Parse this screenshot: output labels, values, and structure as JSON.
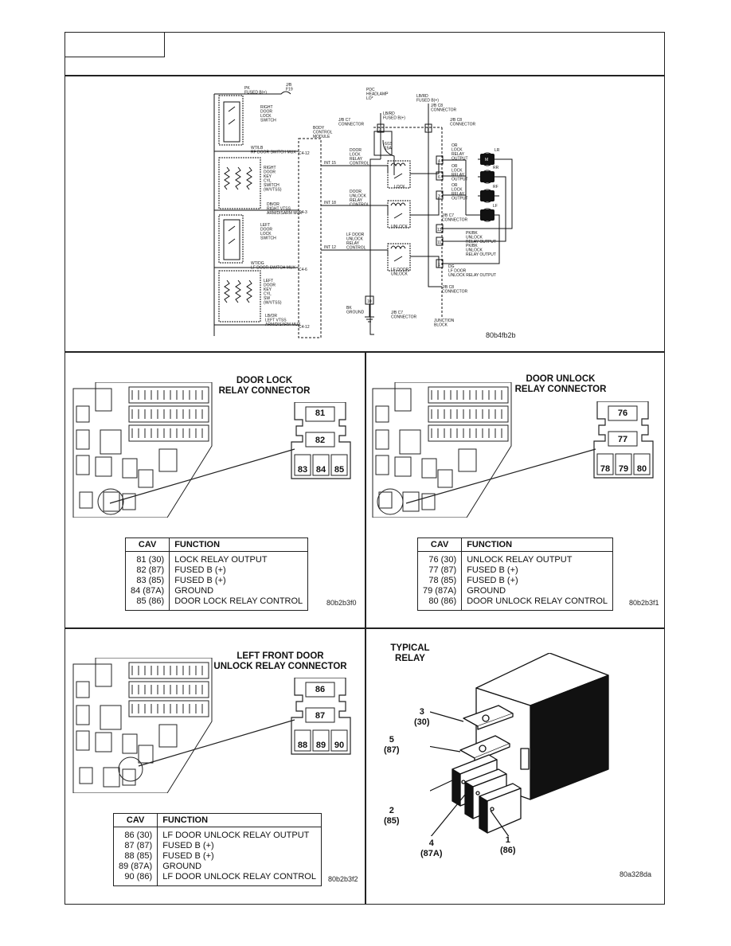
{
  "wiring": {
    "code": "80b4fb2b",
    "labels": {
      "fused_top": "PK\nFUSED B(+)",
      "jb_f19": "J/B\nF19",
      "pdc_headlamp": "PDC\nHEADLAMP\nLO*",
      "lbrd_fused": "LB/RD\nFUSED B(+)",
      "jb_c8_top": "J/B C8\nCONNECTOR",
      "lbrd_fused2": "LB/RD\nFUSED B(+)",
      "jb_c7": "J/B C7\nCONNECTOR",
      "jb_c8_right": "J/B C8\nCONNECTOR",
      "fuse": "6/15\n15A",
      "rf_switch": "RIGHT\nDOOR\nLOCK\nSWITCH",
      "rf_switch_mux": "WT/LB\nRF DOOR SWITCH MUX",
      "body_module": "BODY\nCONTROL\nMODULE",
      "door_lock_relay_ctrl": "DOOR\nLOCK\nRELAY\nCONTROL",
      "rf_cyl": "RIGHT\nDOOR\nKEY\nCYL\nSWITCH\n(W/VTSS)",
      "rf_vtss": "DB/OR\nRIGHT VTSS\nARM/DISARM MUX",
      "door_unlock_relay_ctrl": "DOOR\nUNLOCK\nRELAY\nCONTROL",
      "lf_switch": "LEFT\nDOOR\nLOCK\nSWITCH",
      "lf_switch_mux": "WT/DG\nLF DOOR SWITCH MUX",
      "lf_unlock_ctrl": "LF DOOR\nUNLOCK\nRELAY\nCONTROL",
      "lf_cyl": "LEFT\nDOOR\nKEY\nCYL\nSW\n(W/VTSS)",
      "lf_vtss": "LB/OR\nLEFT VTSS\nARM/DISARM MUX",
      "bk_ground": "BK\nGROUND",
      "jb_c7_bottom": "J/B C7\nCONNECTOR",
      "junction_block": "JUNCTION\nBLOCK",
      "lock_relay_output_1": "OR\nLOCK\nRELAY\nOUTPUT",
      "lock_relay_output_2": "OR\nLOCK\nRELAY\nOUTPUT",
      "lock_relay_output_3": "OR\nLOCK\nRELAY\nOUTPUT",
      "jb_c7_right": "J/B C7\nCONNECTOR",
      "pk_bk_unlock": "PK/BK\nUNLOCK\nRELAY OUTPUT",
      "pk_bk_unlock2": "PK/BK\nUNLOCK\nRELAY OUTPUT",
      "lf_unlock_out": "DG\nLF DOOR\nUNLOCK RELAY OUTPUT",
      "jb_c8_bottom": "J/B C8\nCONNECTOR",
      "lock": "LOCK",
      "unlock": "UNLOCK",
      "lf_door_unlock": "LF DOOR\nUNLOCK",
      "lr": "LR",
      "rr": "RR",
      "rf": "RF",
      "lf": "LF",
      "m": "M",
      "c4_12a": "C4-12",
      "c4_3": "C4-3",
      "c4_6": "C4-6",
      "c4_12b": "C4-12",
      "int15": "INT 15",
      "int18": "INT 18",
      "int12": "INT 12",
      "pin3": "3",
      "pin1": "1",
      "pin4": "4",
      "pin6": "6",
      "pin13": "13",
      "pin10": "10",
      "pin11": "11",
      "pin12": "12",
      "pin1b": "1",
      "pin3b": "3"
    }
  },
  "door_lock": {
    "title_line1": "DOOR LOCK",
    "title_line2": "RELAY CONNECTOR",
    "pins": [
      "81",
      "82",
      "83",
      "84",
      "85"
    ],
    "table_header": [
      "CAV",
      "FUNCTION"
    ],
    "rows": [
      [
        "81 (30)",
        "LOCK RELAY OUTPUT"
      ],
      [
        "82 (87)",
        "FUSED B (+)"
      ],
      [
        "83 (85)",
        "FUSED B (+)"
      ],
      [
        "84 (87A)",
        "GROUND"
      ],
      [
        "85 (86)",
        "DOOR LOCK RELAY CONTROL"
      ]
    ],
    "code": "80b2b3f0"
  },
  "door_unlock": {
    "title_line1": "DOOR UNLOCK",
    "title_line2": "RELAY CONNECTOR",
    "pins": [
      "76",
      "77",
      "78",
      "79",
      "80"
    ],
    "table_header": [
      "CAV",
      "FUNCTION"
    ],
    "rows": [
      [
        "76 (30)",
        "UNLOCK RELAY OUTPUT"
      ],
      [
        "77 (87)",
        "FUSED B (+)"
      ],
      [
        "78 (85)",
        "FUSED B (+)"
      ],
      [
        "79 (87A)",
        "GROUND"
      ],
      [
        "80 (86)",
        "DOOR UNLOCK RELAY CONTROL"
      ]
    ],
    "code": "80b2b3f1"
  },
  "lf_unlock": {
    "title_line1": "LEFT FRONT DOOR",
    "title_line2": "UNLOCK RELAY CONNECTOR",
    "pins": [
      "86",
      "87",
      "88",
      "89",
      "90"
    ],
    "table_header": [
      "CAV",
      "FUNCTION"
    ],
    "rows": [
      [
        "86 (30)",
        "LF DOOR UNLOCK RELAY OUTPUT"
      ],
      [
        "87 (87)",
        "FUSED B (+)"
      ],
      [
        "88 (85)",
        "FUSED B (+)"
      ],
      [
        "89 (87A)",
        "GROUND"
      ],
      [
        "90 (86)",
        "LF DOOR UNLOCK RELAY CONTROL"
      ]
    ],
    "code": "80b2b3f2"
  },
  "relay": {
    "title_line1": "TYPICAL",
    "title_line2": "RELAY",
    "t3": "3",
    "t3b": "(30)",
    "t5": "5",
    "t5b": "(87)",
    "t2": "2",
    "t2b": "(85)",
    "t4": "4",
    "t4b": "(87A)",
    "t1": "1",
    "t1b": "(86)",
    "code": "80a328da"
  }
}
